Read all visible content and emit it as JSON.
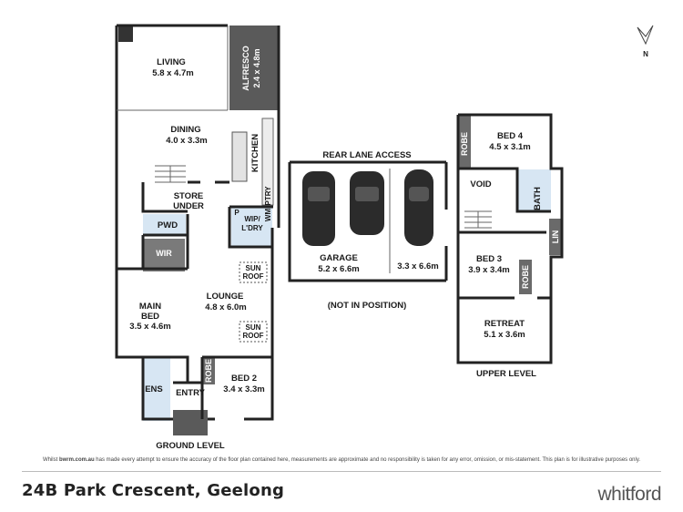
{
  "ground_floor": {
    "label": "GROUND LEVEL",
    "rooms": [
      {
        "name": "LIVING",
        "dims": "5.8 x 4.7m"
      },
      {
        "name": "ALFRESCO",
        "dims": "2.4 x 4.8m"
      },
      {
        "name": "DINING",
        "dims": "4.0 x 3.3m"
      },
      {
        "name": "KITCHEN"
      },
      {
        "name": "STORE",
        "sub": "UNDER"
      },
      {
        "name": "PWD"
      },
      {
        "name": "WIR"
      },
      {
        "name": "WIP/",
        "sub": "L'DRY"
      },
      {
        "name": "LOUNGE",
        "dims": "4.8 x 6.0m"
      },
      {
        "name": "MAIN",
        "sub": "BED",
        "dims": "3.5 x 4.6m"
      },
      {
        "name": "BED 2",
        "dims": "3.4 x 3.3m"
      },
      {
        "name": "ENS"
      },
      {
        "name": "ENTRY"
      },
      {
        "name": "ROBE"
      }
    ],
    "fixtures": {
      "pantry": "PTRY",
      "p": "P",
      "wm": "WM"
    },
    "sun_roof": [
      "SUN",
      "ROOF"
    ]
  },
  "garage": {
    "heading": "REAR LANE ACCESS",
    "rooms": [
      {
        "name": "GARAGE",
        "dims": "5.2 x 6.6m"
      },
      {
        "dims": "3.3 x 6.6m"
      }
    ],
    "note": "(NOT IN POSITION)"
  },
  "upper_floor": {
    "label": "UPPER LEVEL",
    "rooms": [
      {
        "name": "BED 4",
        "dims": "4.5 x 3.1m"
      },
      {
        "name": "ROBE"
      },
      {
        "name": "VOID"
      },
      {
        "name": "BATH"
      },
      {
        "name": "LIN"
      },
      {
        "name": "BED 3",
        "dims": "3.9 x 3.4m"
      },
      {
        "name": "ROBE"
      },
      {
        "name": "RETREAT",
        "dims": "5.1 x 3.6m"
      }
    ]
  },
  "compass": {
    "label": "N"
  },
  "footer": {
    "disclaimer_prefix": "Whilst ",
    "disclaimer_site": "bwrm.com.au",
    "disclaimer_rest": " has made every attempt to ensure the accuracy of the floor plan contained here, measurements are approximate and no responsibility is taken for any error, omission, or mis-statement. This plan is for illustrative purposes only.",
    "address": "24B Park Crescent, Geelong",
    "brand": "whitford"
  },
  "colors": {
    "wall": "#222222",
    "alfresco": "#5a5a5a",
    "wet_area": "#d7e6f3",
    "robe_fill": "#6a6a6a",
    "car": "#2b2b2b"
  }
}
